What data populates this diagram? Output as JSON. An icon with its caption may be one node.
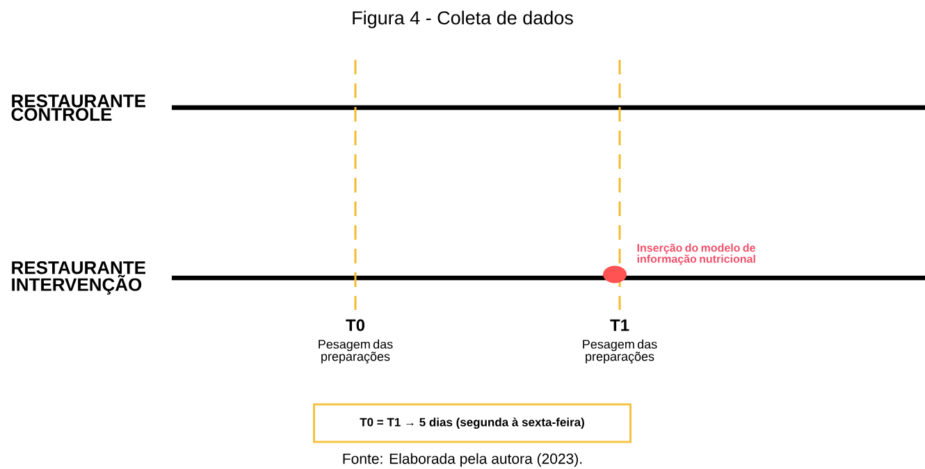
{
  "diagram": {
    "title": "Figura 4 - Coleta de dados",
    "caption": "Fonte: Elaborada pela autora (2023).",
    "nodes": [
      {
        "text": [],
        "shape": "circle",
        "beside": [
          "Inserção do modelo de informação nutricional"
        ]
      },
      {
        "text": [
          "T0 = T1 → 5 dias (segunda à sexta-feira)"
        ]
      }
    ],
    "labels": [
      "RESTAURANTE CONTROLE",
      "RESTAURANTE INTERVENÇÃO",
      "T0",
      "Pesagem das preparações",
      "T1",
      "Pesagem das preparações"
    ]
  }
}
